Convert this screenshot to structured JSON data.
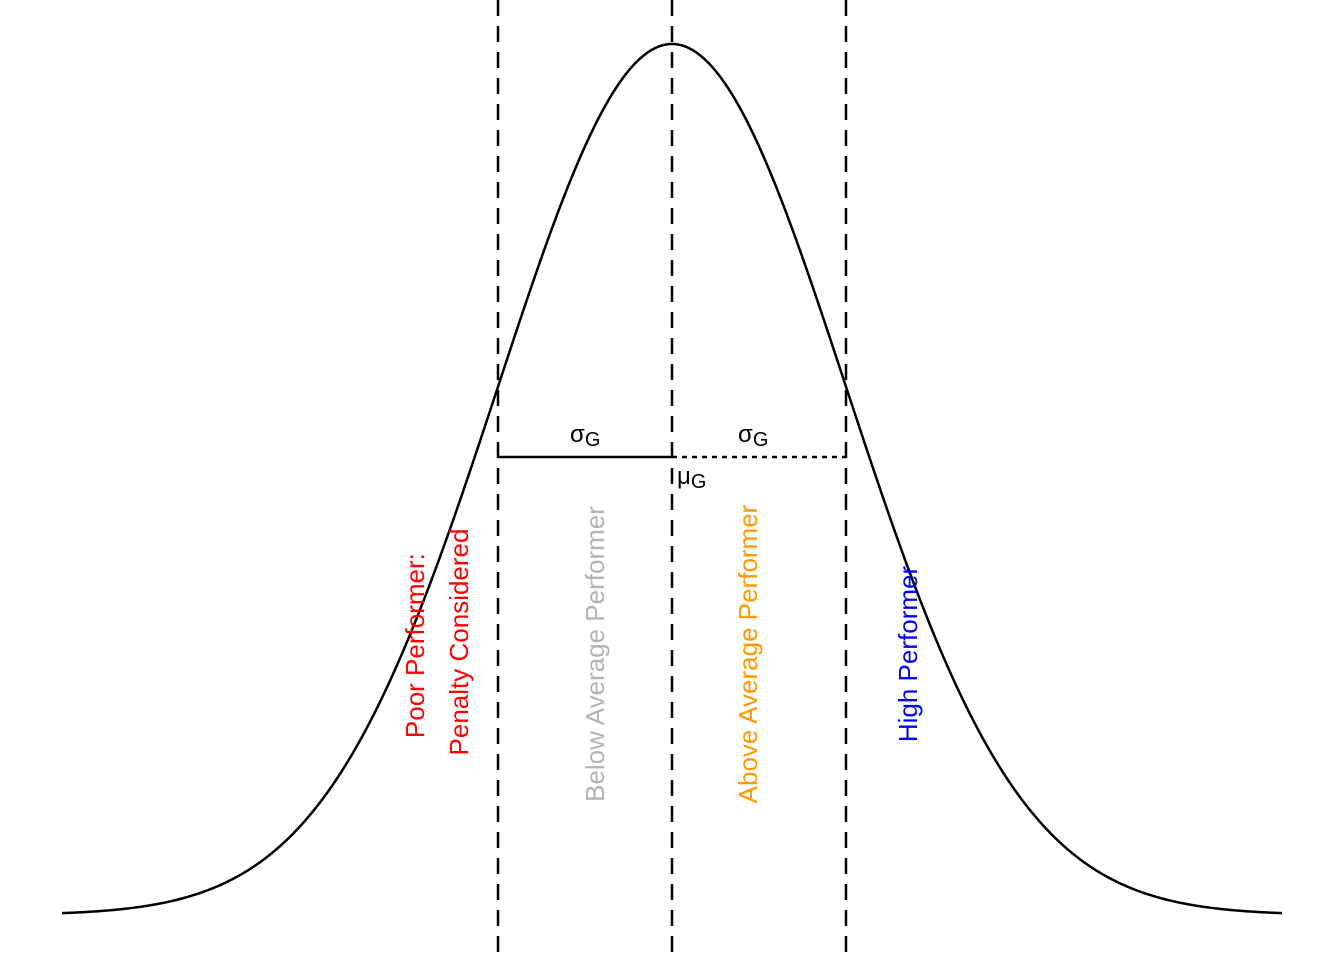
{
  "diagram": {
    "sigma_symbol": "σ",
    "sigma_subscript": "G",
    "mu_symbol": "μ",
    "mu_subscript": "G",
    "zones": [
      {
        "key": "poor",
        "lines": [
          "Poor Performer:",
          "Penalty Considered"
        ],
        "color": "#ff0000"
      },
      {
        "key": "below",
        "lines": [
          "Below Average Performer"
        ],
        "color": "#b3b3b3"
      },
      {
        "key": "above",
        "lines": [
          "Above Average Performer"
        ],
        "color": "#ff9900"
      },
      {
        "key": "high",
        "lines": [
          "High Performer"
        ],
        "color": "#0000ff"
      }
    ],
    "line_color": "#000000"
  }
}
